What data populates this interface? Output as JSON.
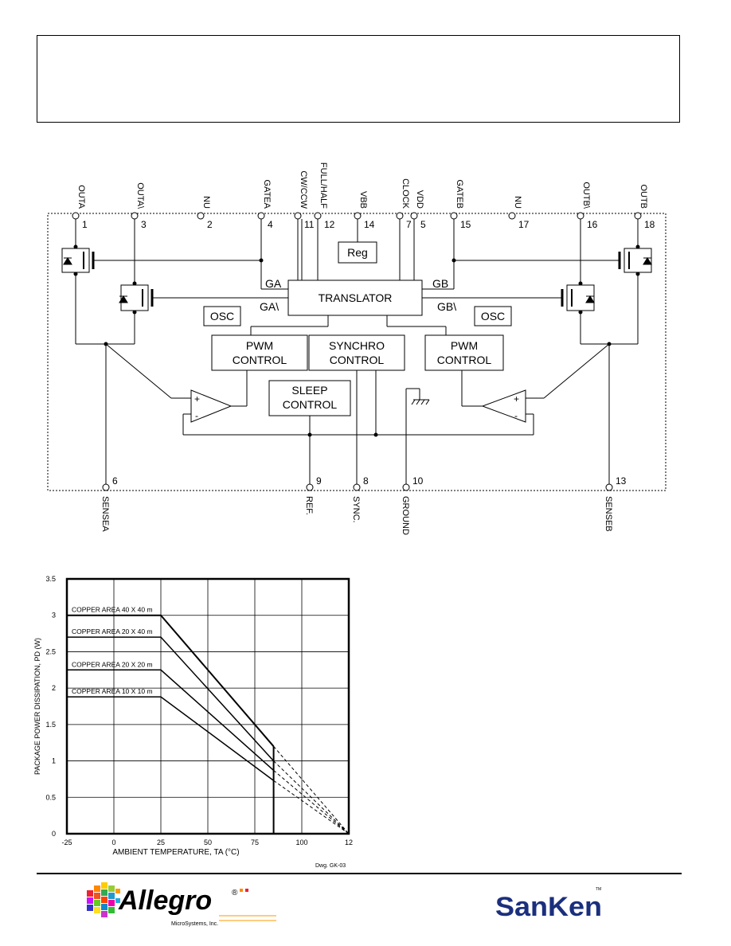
{
  "diagram": {
    "top_pins": [
      {
        "label": "OUTA",
        "num": "1"
      },
      {
        "label": "OUTA\\",
        "num": "3"
      },
      {
        "label": "NU",
        "num": "2"
      },
      {
        "label": "GATEA",
        "num": "4"
      },
      {
        "label": "CW/CCW",
        "num": "11"
      },
      {
        "label": "FULL/HALF",
        "num": "12"
      },
      {
        "label": "VBB",
        "num": "14"
      },
      {
        "label": "CLOCK",
        "num": "7"
      },
      {
        "label": "VDD",
        "num": "5"
      },
      {
        "label": "GATEB",
        "num": "15"
      },
      {
        "label": "NU",
        "num": "17"
      },
      {
        "label": "OUTB\\",
        "num": "16"
      },
      {
        "label": "OUTB",
        "num": "18"
      }
    ],
    "bottom_pins": [
      {
        "label": "SENSEA",
        "num": "6"
      },
      {
        "label": "REF.",
        "num": "9"
      },
      {
        "label": "SYNC.",
        "num": "8"
      },
      {
        "label": "GROUND",
        "num": "10"
      },
      {
        "label": "SENSEB",
        "num": "13"
      }
    ],
    "blocks": {
      "reg": "Reg",
      "translator": "TRANSLATOR",
      "osc_left": "OSC",
      "osc_right": "OSC",
      "pwm_left": [
        "PWM",
        "CONTROL"
      ],
      "synchro": [
        "SYNCHRO",
        "CONTROL"
      ],
      "pwm_right": [
        "PWM",
        "CONTROL"
      ],
      "sleep": [
        "SLEEP",
        "CONTROL"
      ]
    },
    "signals": {
      "ga": "GA",
      "ga_bar": "GA\\",
      "gb": "GB",
      "gb_bar": "GB\\"
    },
    "amp_plus": "+",
    "amp_minus": "-"
  },
  "chart_data": {
    "type": "line",
    "xlabel": "AMBIENT TEMPERATURE, TA (°C)",
    "ylabel": "PACKAGE POWER DISSIPATION, PD (W)",
    "xlim": [
      -25,
      125
    ],
    "ylim": [
      0,
      3.5
    ],
    "x_ticks": [
      "-25",
      "0",
      "25",
      "50",
      "75",
      "100",
      "12"
    ],
    "y_ticks": [
      "0",
      "0.5",
      "1",
      "1.5",
      "2",
      "2.5",
      "3",
      "3.5"
    ],
    "grid": true,
    "series": [
      {
        "name": "COPPER AREA 40 X 40 m",
        "x": [
          -25,
          25,
          85
        ],
        "y": [
          3.0,
          3.0,
          1.2
        ]
      },
      {
        "name": "COPPER AREA 20 X 40 m",
        "x": [
          -25,
          25,
          85
        ],
        "y": [
          2.7,
          2.7,
          1.0
        ]
      },
      {
        "name": "COPPER AREA 20 X 20 m",
        "x": [
          -25,
          25,
          85
        ],
        "y": [
          2.25,
          2.25,
          0.87
        ]
      },
      {
        "name": "COPPER AREA 10 X 10 m",
        "x": [
          -25,
          25,
          85
        ],
        "y": [
          1.88,
          1.88,
          0.73
        ]
      }
    ],
    "extrapolated_to": [
      125,
      0
    ],
    "vertical_marker_x": 85,
    "drawing_ref": "Dwg. GK-03"
  },
  "footer": {
    "allegro_name": "Allegro",
    "allegro_reg": "®",
    "allegro_sub": "MicroSystems, Inc.",
    "sanken_name": "SanKen",
    "sanken_tm": "TM",
    "brand_colors": {
      "allegro_text": "#000000",
      "sanken_blue": "#1b2f7d"
    }
  }
}
